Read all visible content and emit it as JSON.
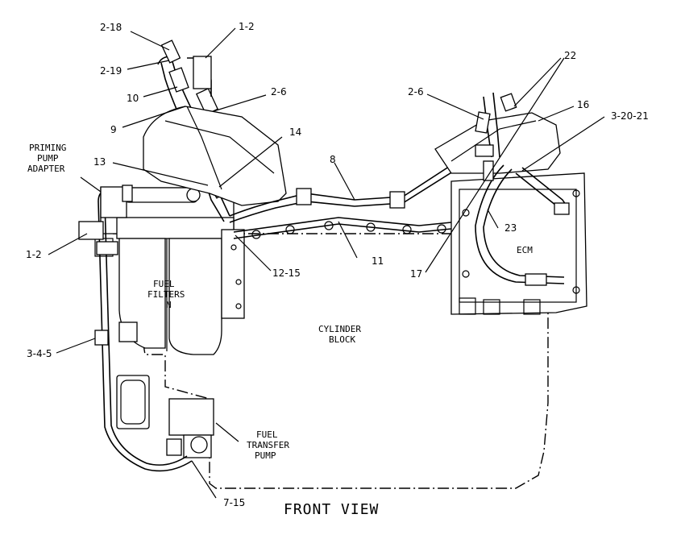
{
  "title": "FRONT VIEW",
  "components": {
    "priming_pump_adapter": [
      "PRIMING",
      "PUMP",
      "ADAPTER"
    ],
    "fuel_filters": [
      "FUEL",
      "FILTERS"
    ],
    "cylinder_block": [
      "CYLINDER",
      "BLOCK"
    ],
    "ecm": "ECM",
    "fuel_transfer_pump": [
      "FUEL",
      "TRANSFER",
      "PUMP"
    ]
  },
  "callouts": {
    "c_2_18": "2-18",
    "c_1_2_top": "1-2",
    "c_2_19": "2-19",
    "c_10": "10",
    "c_2_6_left": "2-6",
    "c_9": "9",
    "c_14": "14",
    "c_13": "13",
    "c_8": "8",
    "c_2_6_right": "2-6",
    "c_22": "22",
    "c_16": "16",
    "c_3_20_21": "3-20-21",
    "c_23": "23",
    "c_1_2_left": "1-2",
    "c_12_15": "12-15",
    "c_11": "11",
    "c_17": "17",
    "c_3_4_5": "3-4-5",
    "c_7_15": "7-15",
    "filter_mark": "N"
  }
}
